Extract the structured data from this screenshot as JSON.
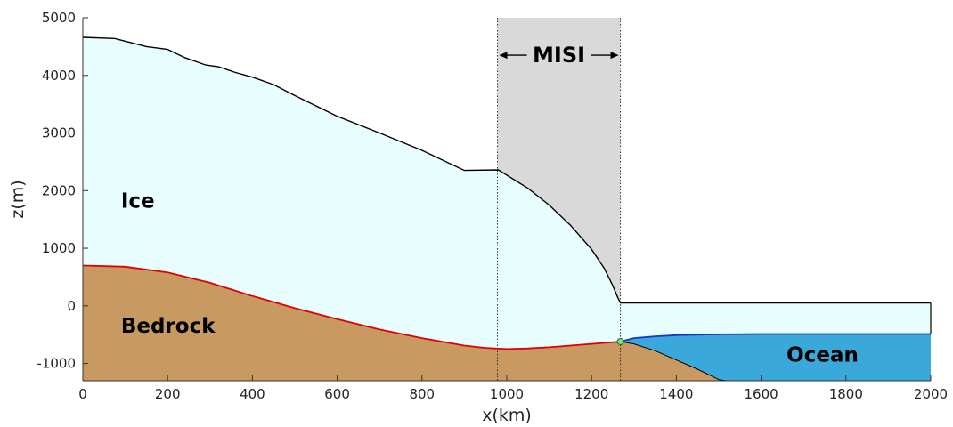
{
  "chart_data": {
    "type": "area",
    "title": "",
    "xlabel": "x(km)",
    "ylabel": "z(m)",
    "xlim": [
      0,
      2000
    ],
    "ylim": [
      -1300,
      5000
    ],
    "xticks": [
      0,
      200,
      400,
      600,
      800,
      1000,
      1200,
      1400,
      1600,
      1800,
      2000
    ],
    "yticks": [
      -1000,
      0,
      1000,
      2000,
      3000,
      4000,
      5000
    ],
    "grid": false,
    "colors": {
      "ice": "#e8fdfd",
      "bedrock": "#c89a62",
      "ocean": "#3aa8da",
      "bed_line": "#e00000",
      "ice_outline": "#000000",
      "ocean_surface": "#1535c8",
      "misi_band": "#d9d9d9",
      "grounding_point": "#80e080"
    },
    "ice_surface": {
      "x": [
        0,
        75,
        150,
        200,
        240,
        290,
        320,
        360,
        400,
        450,
        500,
        600,
        700,
        800,
        900,
        980,
        1050,
        1100,
        1150,
        1200,
        1230,
        1250,
        1262,
        1268,
        2000
      ],
      "z": [
        4660,
        4640,
        4500,
        4450,
        4310,
        4180,
        4150,
        4050,
        3970,
        3840,
        3650,
        3290,
        3000,
        2700,
        2350,
        2360,
        2040,
        1750,
        1400,
        980,
        650,
        350,
        140,
        50,
        50
      ]
    },
    "bed": {
      "x": [
        0,
        100,
        200,
        300,
        400,
        500,
        600,
        700,
        800,
        900,
        950,
        1000,
        1050,
        1100,
        1150,
        1200,
        1268
      ],
      "z": [
        700,
        680,
        580,
        400,
        170,
        -40,
        -230,
        -410,
        -560,
        -690,
        -730,
        -750,
        -740,
        -720,
        -690,
        -660,
        -620
      ]
    },
    "ocean_surface": {
      "x": [
        1268,
        1300,
        1350,
        1400,
        1500,
        1600,
        1700,
        1800,
        1900,
        2000
      ],
      "z": [
        -620,
        -560,
        -530,
        -510,
        -495,
        -490,
        -490,
        -490,
        -490,
        -490
      ]
    },
    "ice_shelf_base": {
      "x": [
        1268,
        1300,
        1350,
        1400,
        1500,
        1600,
        1700,
        1800,
        1900,
        2000
      ],
      "z": [
        -620,
        -560,
        -530,
        -510,
        -495,
        -490,
        -490,
        -490,
        -490,
        -490
      ]
    },
    "seafloor": {
      "x": [
        1268,
        1300,
        1350,
        1400,
        1450,
        1500,
        1517
      ],
      "z": [
        -620,
        -660,
        -780,
        -940,
        -1100,
        -1280,
        -1300
      ]
    },
    "grounding_line": {
      "x": 1268,
      "z": -620
    },
    "misi_band": {
      "x_start": 978,
      "x_end": 1268
    },
    "labels": {
      "ice": "Ice",
      "bedrock": "Bedrock",
      "ocean": "Ocean",
      "misi": "MISI"
    },
    "label_positions": {
      "ice": {
        "x": 90,
        "z": 1700
      },
      "bedrock": {
        "x": 90,
        "z": -470
      },
      "ocean": {
        "x": 1660,
        "z": -970
      },
      "misi": {
        "x": 1123,
        "z": 4350
      }
    }
  }
}
